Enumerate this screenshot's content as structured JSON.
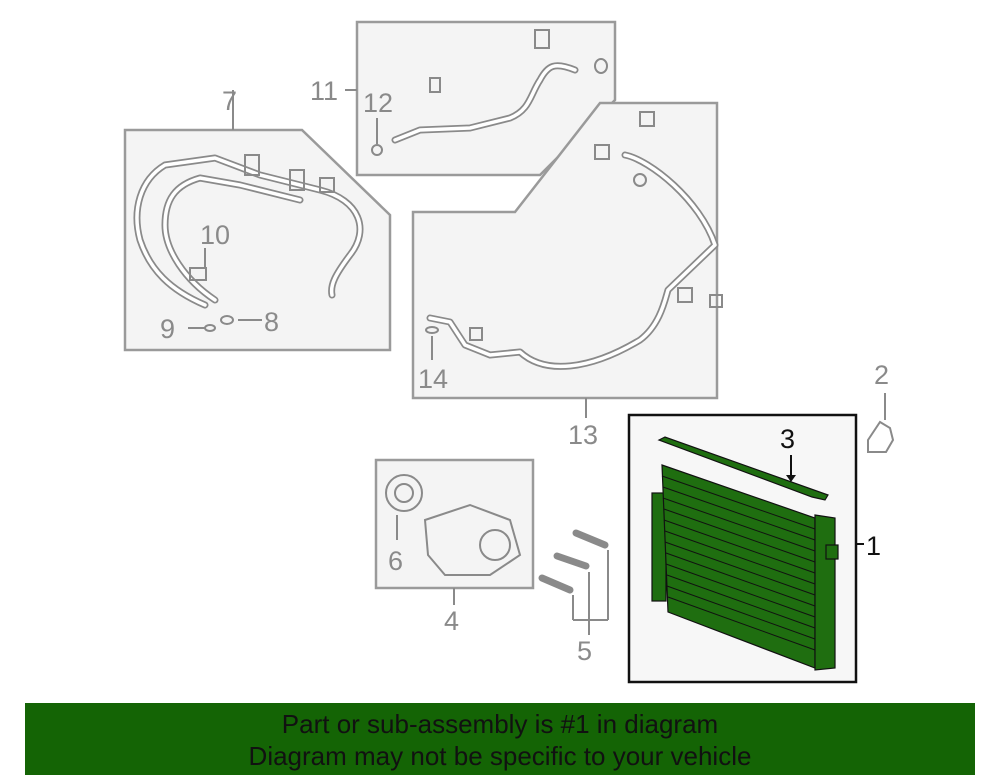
{
  "callouts": {
    "c1": "1",
    "c2": "2",
    "c3": "3",
    "c4": "4",
    "c5": "5",
    "c6": "6",
    "c7": "7",
    "c8": "8",
    "c9": "9",
    "c10": "10",
    "c11": "11",
    "c12": "12",
    "c13": "13",
    "c14": "14"
  },
  "banner": {
    "line1": "Part or sub-assembly is #1 in diagram",
    "line2": "Diagram may not be specific to your vehicle"
  },
  "colors": {
    "highlight_part": "#1f6e10",
    "banner_bg": "#146405",
    "line_gray": "#8a8a8a"
  }
}
